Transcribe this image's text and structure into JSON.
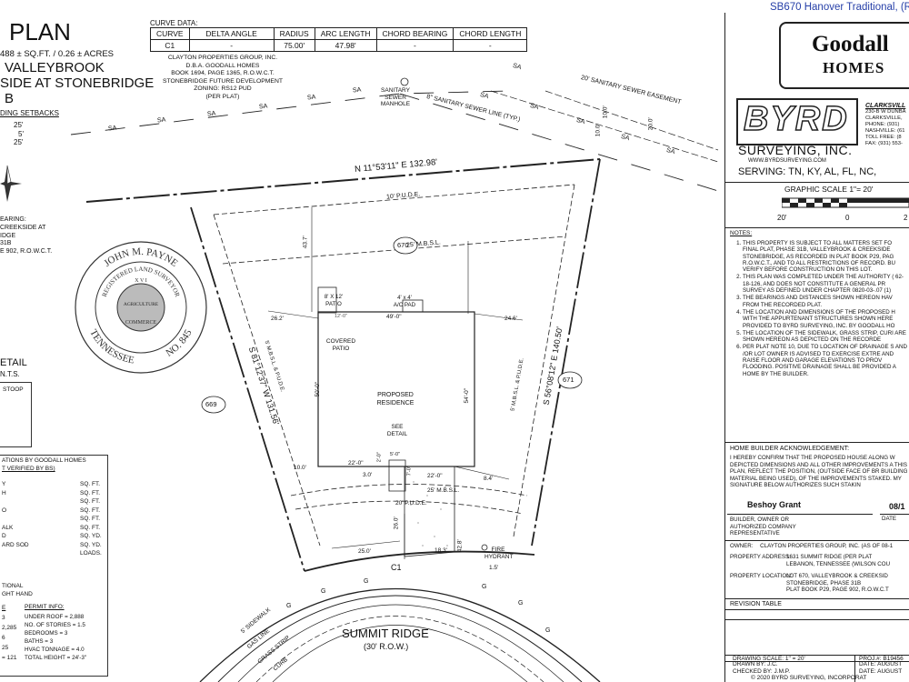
{
  "header": {
    "plan_title": "PLAN",
    "project_ref": "SB670 Hanover Traditional, (R",
    "area": "488 ± SQ.FT. / 0.26 ± ACRES",
    "subdivision_l1": "VALLEYBROOK",
    "subdivision_l2": "SIDE AT STONEBRIDGE",
    "subdivision_l3": "B",
    "setbacks_title": "DING SETBACKS",
    "setbacks": [
      "25'",
      "5'",
      "25'"
    ]
  },
  "curve_table": {
    "title": "CURVE DATA:",
    "headers": [
      "CURVE",
      "DELTA ANGLE",
      "RADIUS",
      "ARC LENGTH",
      "CHORD BEARING",
      "CHORD LENGTH"
    ],
    "row": [
      "C1",
      "-",
      "75.00'",
      "47.98'",
      "-",
      "-"
    ]
  },
  "owner_block": [
    "CLAYTON PROPERTIES GROUP, INC.",
    "D.B.A. GOODALL HOMES",
    "BOOK 1694, PAGE 1365, R.O.W.C.T.",
    "STONEBRIDGE FUTURE DEVELOPMENT",
    "ZONING: RS12 PUD",
    "(PER PLAT)"
  ],
  "left_bearing": [
    "EARING:",
    "CREEKSIDE AT",
    "IDGE",
    "31B",
    "E 902, R.O.W.C.T."
  ],
  "stamp": {
    "name": "JOHN M. PAYNE",
    "state": "TENNESSEE",
    "number": "NO. 845",
    "inner_top": "REGISTERED LAND SURVEYOR",
    "inner_mid1": "AGRICULTURE",
    "inner_mid2": "COMMERCE",
    "roman": "X V I"
  },
  "detail": {
    "title": "ETAIL",
    "scale": "N.T.S.",
    "stoop": "STOOP"
  },
  "plan": {
    "sa": "SA",
    "sanitary_manhole": [
      "SANITARY",
      "SEWER",
      "MANHOLE"
    ],
    "sewer_line": "8\" SANITARY SEWER LINE (TYP.)",
    "sewer_easement": "20' SANITARY SEWER EASEMENT",
    "dim_10": "10.0'",
    "dim_20": "20.0'",
    "north_bearing": "N 11°53'11\" E  132.98'",
    "pude10": "10' P.U.D.E.",
    "mbsl25_top": "25' M.B.S.L.",
    "lot": "670",
    "lot_left": "669",
    "lot_right": "671",
    "dim_43": "43.7'",
    "patio_8x12": [
      "8' X 12'",
      "PATIO"
    ],
    "dim_12": "12'-0\"",
    "ac_pad": [
      "4' x 4'",
      "A/C PAD"
    ],
    "dim_49": "49'-0\"",
    "dim_262": "26.2'",
    "dim_246": "24.6'",
    "covered_patio": [
      "COVERED",
      "PATIO"
    ],
    "left_bearing": "S 81°12'37\" W  131.56'",
    "right_bearing": "S 56°08'12\" E  140.50'",
    "left_mbsl": "5' M.B.S.L. & P.U.D.E.",
    "right_mbsl": "5' M.B.S.L. & P.U.D.E.",
    "proposed": [
      "PROPOSED",
      "RESIDENCE"
    ],
    "dim_50": "50'-0\"",
    "dim_54": "54'-0\"",
    "see_detail": [
      "SEE",
      "DETAIL"
    ],
    "dim_100": "10.0'",
    "dim_22a": "22'-0\"",
    "dim_3": "3.0'",
    "dim_22b": "22'-0\"",
    "dim_84": "8.4'",
    "dim_2": "2'-0\"",
    "dim_5": "5'-0\"",
    "dim_7": "7'-0\"",
    "mbsl25_bottom": "25' M.B.S.L.",
    "pude20": "20' P.U.D.E.",
    "dim_260": "26.0'",
    "dim_250": "25.0'",
    "dim_183": "18.3'",
    "dim_428": "42.8'",
    "fire_hydrant": [
      "FIRE",
      "HYDRANT"
    ],
    "dim_15": "1.5'",
    "c1": "C1",
    "street": "SUMMIT RIDGE",
    "row": "(30' R.O.W.)",
    "sidewalk": "5' SIDEWALK",
    "gas_line": "GAS LINE",
    "grass": "GRASS STRIP",
    "curb": "CURB",
    "g": "G"
  },
  "calc": {
    "title": "ATIONS BY GOODALL HOMES",
    "subtitle": "T VERIFIED BY BS)",
    "rows": [
      [
        "Y",
        "SQ. FT."
      ],
      [
        "H",
        "SQ. FT."
      ],
      [
        "",
        "SQ. FT."
      ],
      [
        "O",
        "SQ. FT."
      ],
      [
        "",
        "SQ. FT."
      ],
      [
        "ALK",
        "SQ. FT."
      ],
      [
        "D",
        "SQ. YD."
      ],
      [
        "ARD SOD",
        "SQ. YD."
      ],
      [
        "",
        "LOADS."
      ]
    ],
    "bottom_left": [
      "TIONAL",
      "GHT HAND"
    ],
    "left_vals": [
      "E",
      "3",
      "2,285",
      "6",
      "25",
      "= 121"
    ],
    "permit_title": "PERMIT INFO:",
    "permit": [
      "UNDER ROOF = 2,888",
      "NO. OF STORIES = 1.5",
      "BEDROOMS = 3",
      "BATHS = 3",
      "HVAC TONNAGE = 4.0",
      "TOTAL HEIGHT = 24'-3\""
    ]
  },
  "title_block": {
    "logo_l1": "Goodall",
    "logo_l2": "HOMES",
    "byrd": "BYRD",
    "surveying": "SURVEYING, INC.",
    "website": "WWW.BYRDSURVEYING.COM",
    "serving": "SERVING: TN, KY, AL, FL, NC,",
    "office": [
      "CLARKSVILL",
      "230-B W DUNBA",
      "CLARKSVILLE,",
      "PHONE: (931)",
      "NASHVILLE: (61",
      "TOLL FREE: (8",
      "FAX: (931) 553-"
    ],
    "graphic_scale": "GRAPHIC SCALE  1\"= 20'",
    "scale_nums": [
      "20'",
      "0",
      "2"
    ],
    "notes_title": "NOTES:",
    "notes": [
      "THIS PROPERTY IS SUBJECT TO ALL MATTERS SET FO FINAL PLAT, PHASE 31B, VALLEYBROOK & CREEKSIDE STONEBRIDGE, AS RECORDED IN PLAT BOOK P29, PAG R.O.W.C.T., AND TO ALL RESTRICTIONS OF RECORD. BU VERIFY BEFORE CONSTRUCTION ON THIS LOT.",
      "THIS PLAN WAS COMPLETED UNDER THE AUTHORITY ( 62-18-126, AND DOES NOT CONSTITUTE A GENERAL PR SURVEY AS DEFINED UNDER CHAPTER 0820-03-.07 (1)",
      "THE BEARINGS AND DISTANCES SHOWN HEREON HAV FROM THE RECORDED PLAT.",
      "THE LOCATION AND DIMENSIONS OF THE PROPOSED H WITH THE APPURTENANT STRUCTURES SHOWN HERE PROVIDED TO BYRD SURVEYING, INC. BY GOODALL HO",
      "THE LOCATION OF THE SIDEWALK, GRASS STRIP, CURI ARE SHOWN HEREON AS DEPICTED ON THE RECORDE",
      "PER PLAT NOTE 10, DUE TO LOCATION OF DRAINAGE S AND /OR LOT OWNER IS ADVISED TO EXERCISE EXTRE AND RAISE FLOOR AND GARAGE ELEVATIONS TO PROV FLOODING. POSITIVE DRAINAGE SHALL BE PROVIDED A HOME BY THE BUILDER."
    ],
    "ack_title": "HOME BUILDER ACKNOWLEDGEMENT:",
    "ack_text": "I HEREBY CONFIRM THAT THE PROPOSED HOUSE ALONG W DEPICTED DIMENSIONS AND ALL OTHER IMPROVEMENTS A THIS PLAN, REFLECT THE POSITION, (OUTSIDE FACE OF BR BUILDING MATERIAL BEING USED), OF THE IMPROVEMENTS STAKED. MY SIGNATURE BELOW AUTHORIZES SUCH STAKIN",
    "signer": "Beshoy Grant",
    "sign_date": "08/1",
    "builder_label": [
      "BUILDER, OWNER OR",
      "AUTHORIZED COMPANY",
      "REPRESENTATIVE"
    ],
    "date_label": "DATE",
    "owner_label": "OWNER:",
    "owner_value": "CLAYTON PROPERTIES GROUP, INC. (AS OF 08-1",
    "prop_addr_label": "PROPERTY ADDRESS:",
    "prop_addr_value": [
      "1631 SUMMIT RIDGE (PER PLAT",
      "LEBANON, TENNESSEE (WILSON COU"
    ],
    "prop_loc_label": "PROPERTY LOCATION:",
    "prop_loc_value": [
      "LOT 670, VALLEYBROOK & CREEKSID",
      "STONEBRIDGE, PHASE 31B",
      "PLAT BOOK P29, PAGE 902, R.O.W.C.T"
    ],
    "revision": "REVISION TABLE",
    "drawing_scale": "DRAWING SCALE:  1\" = 20'",
    "proj": "PROJ.#: B19456",
    "drawn_by": "DRAWN BY:     J.C.",
    "date1": "DATE: AUGUST",
    "checked_by": "CHECKED BY:   J.M.P.",
    "date2": "DATE: AUGUST",
    "copyright": "© 2020 BYRD SURVEYING, INCORPORAT"
  }
}
